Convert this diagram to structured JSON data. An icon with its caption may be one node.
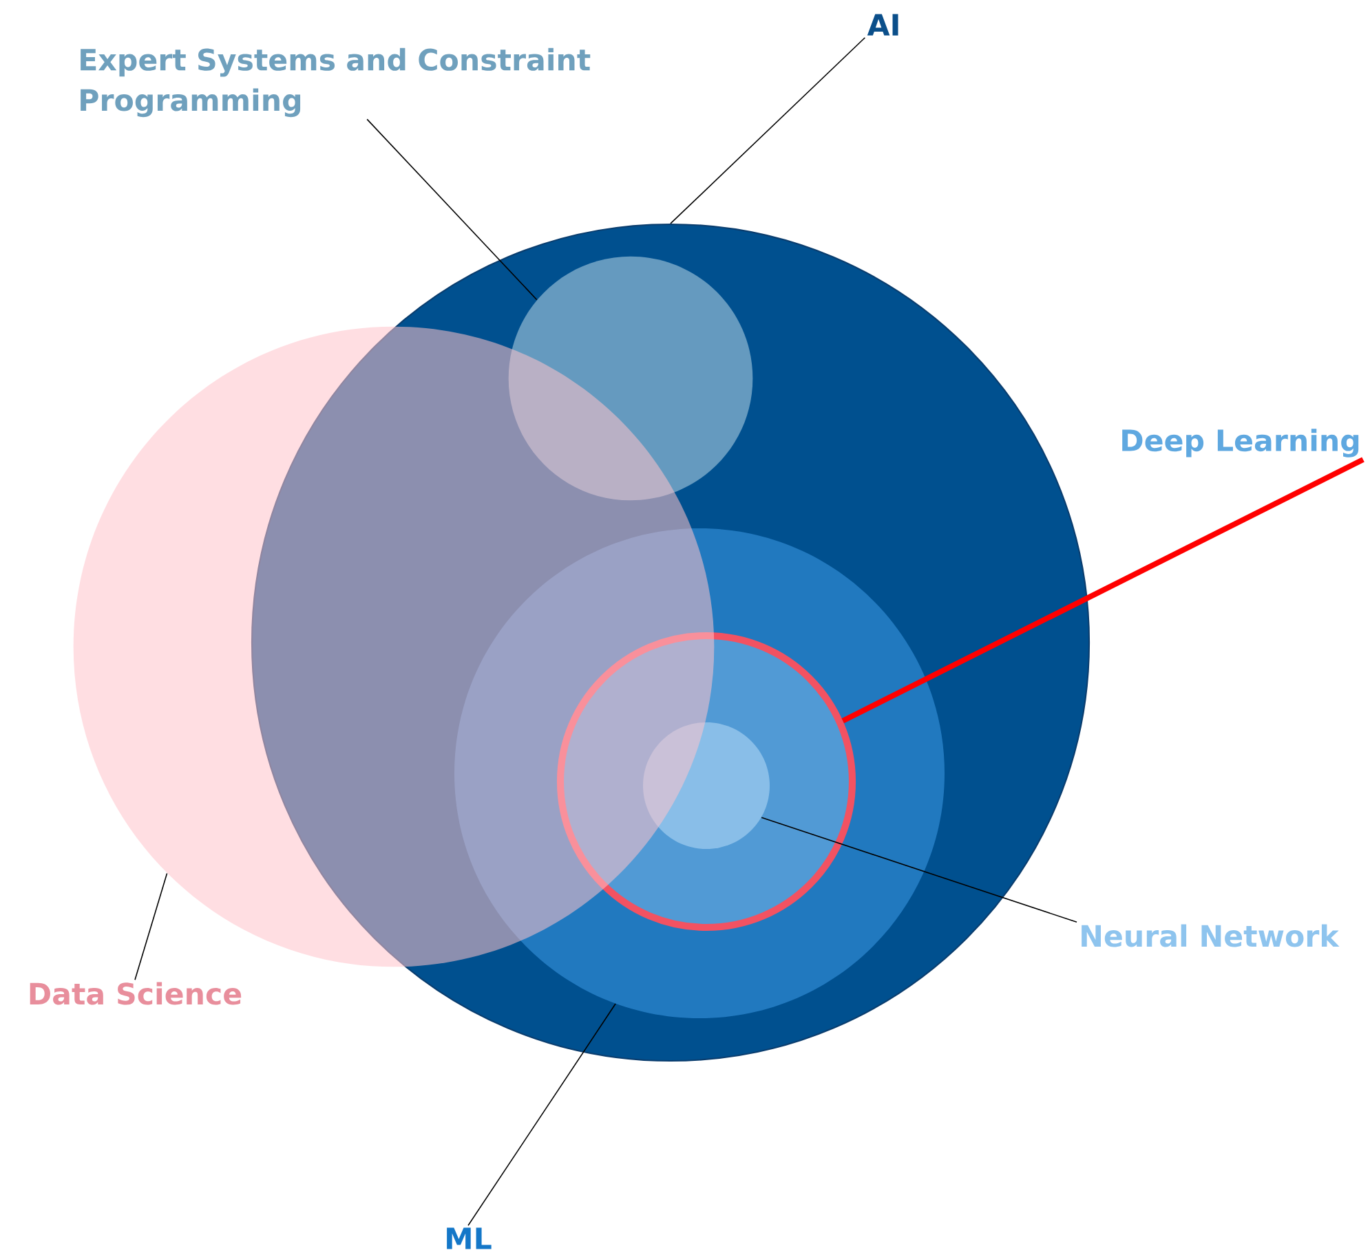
{
  "diagram": {
    "nodes": [
      {
        "text": [
          "Expert Systems and Constraint Programming"
        ]
      },
      {
        "text": [
          "AI"
        ]
      },
      {
        "text": [
          "Deep Learning"
        ]
      },
      {
        "text": [
          "Data Science"
        ]
      },
      {
        "text": [
          "Neural Network"
        ]
      },
      {
        "text": [
          "ML"
        ]
      },
      {
        "text": [],
        "shape": "circle"
      },
      {
        "text": [],
        "shape": "circle"
      },
      {
        "text": [],
        "shape": "circle",
        "in": 6
      },
      {
        "text": [],
        "shape": "circle",
        "in": 6
      },
      {
        "text": [],
        "shape": "circle",
        "in": 9
      },
      {
        "text": [],
        "shape": "circle",
        "in": 10
      }
    ],
    "edges": [
      {
        "from": 0,
        "to": 8,
        "arrow": "none"
      },
      {
        "from": 1,
        "to": 6,
        "arrow": "none"
      },
      {
        "from": 2,
        "to": 10,
        "arrow": "none",
        "style": "thick",
        "color": "#ff0000"
      },
      {
        "from": 3,
        "to": 7,
        "arrow": "none"
      },
      {
        "from": 4,
        "to": 11,
        "arrow": "none"
      },
      {
        "from": 5,
        "to": 9,
        "arrow": "none"
      }
    ]
  }
}
